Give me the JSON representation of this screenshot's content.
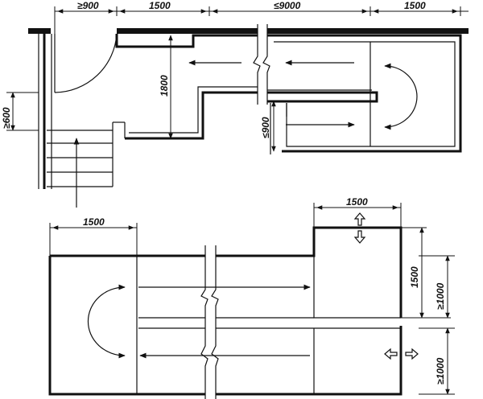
{
  "dimensions": {
    "top_door_width": "≥900",
    "top_span_1": "1500",
    "top_corridor_length": "≤9000",
    "top_span_2": "1500",
    "top_left_height": "≥600",
    "top_corridor_height": "1800",
    "top_lower_corridor": "≤900",
    "bottom_span_1": "1500",
    "bottom_span_2": "1500",
    "bottom_right_height": "1500",
    "bottom_right_1000a": "≥1000",
    "bottom_right_1000b": "≥1000"
  },
  "colors": {
    "line": "#111111",
    "background": "#ffffff"
  }
}
